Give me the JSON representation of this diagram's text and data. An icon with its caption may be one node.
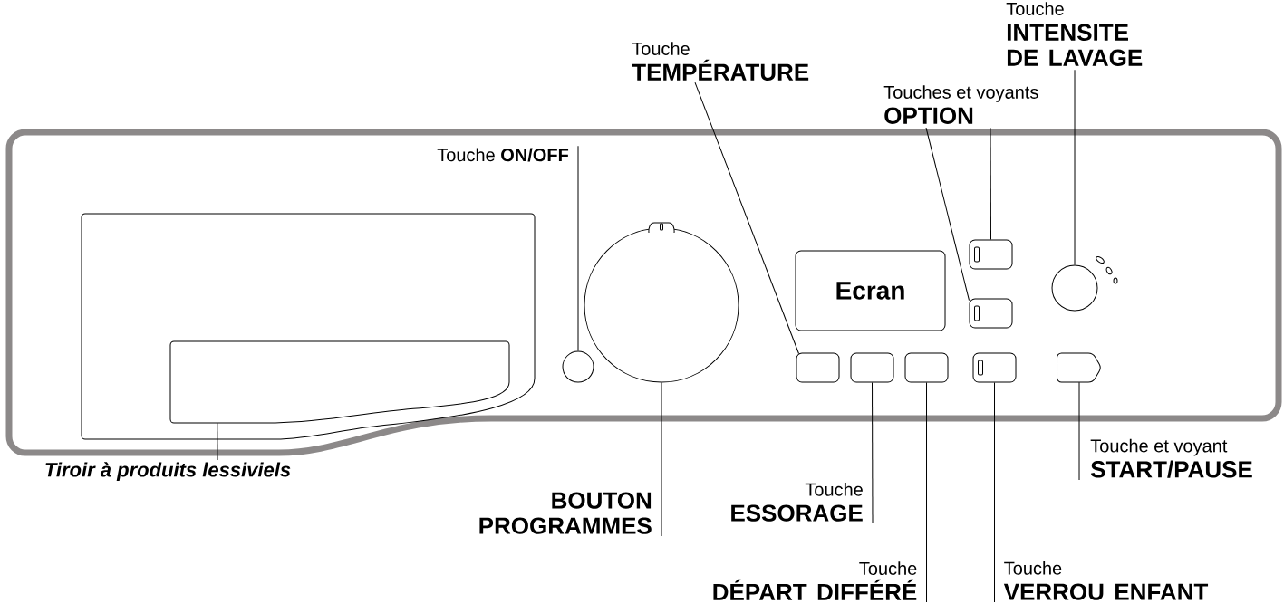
{
  "diagram": {
    "nodes": [
      {
        "text": [
          "Touche **ON/OFF**"
        ]
      },
      {
        "text": [
          "Touche",
          "TEMPÉRATURE"
        ]
      },
      {
        "text": [
          "Touches et voyants",
          "OPTION"
        ]
      },
      {
        "text": [
          "Touche",
          "INTENSITE DE LAVAGE"
        ]
      },
      {
        "text": [
          "Ecran"
        ]
      },
      {
        "text": [],
        "shape": "box"
      },
      {
        "text": [],
        "shape": "circle"
      },
      {
        "text": [],
        "shape": "circle"
      },
      {
        "text": [],
        "shape": "box"
      },
      {
        "text": [],
        "shape": "box"
      },
      {
        "text": [],
        "shape": "box"
      },
      {
        "text": [],
        "shape": "box"
      },
      {
        "text": [],
        "shape": "box"
      },
      {
        "text": [],
        "shape": "box"
      },
      {
        "text": [],
        "shape": "circle"
      },
      {
        "text": [],
        "shape": "box"
      },
      {
        "text": [
          "Tiroir à produits lessiviels"
        ]
      },
      {
        "text": [
          "BOUTON PROGRAMMES"
        ]
      },
      {
        "text": [
          "Touche",
          "ESSORAGE"
        ]
      },
      {
        "text": [
          "Touche",
          "DÉPART DIFFÉRÉ"
        ]
      },
      {
        "text": [
          "Touche",
          "VERROU ENFANT"
        ]
      },
      {
        "text": [
          "Touche et voyant",
          "START/PAUSE"
        ]
      }
    ],
    "edges": [
      {
        "from": 0,
        "to": 6,
        "arrow": "none"
      },
      {
        "from": 1,
        "to": 8,
        "arrow": "none"
      },
      {
        "from": 2,
        "to": 11,
        "arrow": "none"
      },
      {
        "from": 2,
        "to": 12,
        "arrow": "none"
      },
      {
        "from": 3,
        "to": 14,
        "arrow": "none"
      },
      {
        "from": 16,
        "to": 5,
        "arrow": "none"
      },
      {
        "from": 17,
        "to": 7,
        "arrow": "none"
      },
      {
        "from": 18,
        "to": 9,
        "arrow": "none"
      },
      {
        "from": 19,
        "to": 10,
        "arrow": "none"
      },
      {
        "from": 20,
        "to": 13,
        "arrow": "none"
      },
      {
        "from": 21,
        "to": 15,
        "arrow": "none"
      }
    ]
  }
}
